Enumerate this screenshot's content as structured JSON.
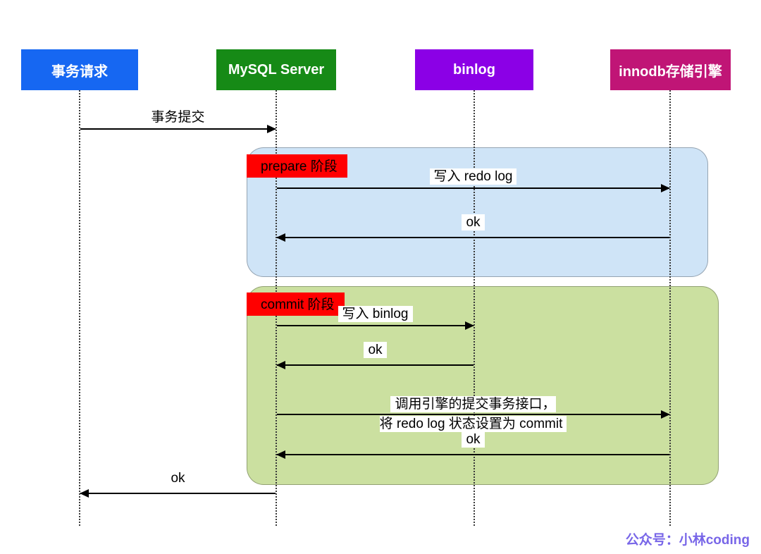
{
  "diagram": {
    "type": "sequence",
    "actors": [
      {
        "label": "事务请求",
        "color": "#1667f2"
      },
      {
        "label": "MySQL Server",
        "color": "#168a16"
      },
      {
        "label": "binlog",
        "color": "#8b00e6"
      },
      {
        "label": "innodb存储引擎",
        "color": "#c01576"
      }
    ],
    "phases": [
      {
        "label": "prepare 阶段",
        "fill": "#cfe4f7",
        "label_bg": "#ff0000"
      },
      {
        "label": "commit 阶段",
        "fill": "#cbe0a0",
        "label_bg": "#ff0000"
      }
    ],
    "messages": [
      {
        "label": "事务提交",
        "from": "事务请求",
        "to": "MySQL Server"
      },
      {
        "label": "写入 redo log",
        "from": "MySQL Server",
        "to": "innodb存储引擎"
      },
      {
        "label": "ok",
        "from": "innodb存储引擎",
        "to": "MySQL Server"
      },
      {
        "label": "写入 binlog",
        "from": "MySQL Server",
        "to": "binlog"
      },
      {
        "label": "ok",
        "from": "binlog",
        "to": "MySQL Server"
      },
      {
        "label_line1": "调用引擎的提交事务接口，",
        "label_line2": "将 redo log 状态设置为 commit",
        "from": "MySQL Server",
        "to": "innodb存储引擎"
      },
      {
        "label": "ok",
        "from": "innodb存储引擎",
        "to": "MySQL Server"
      },
      {
        "label": "ok",
        "from": "MySQL Server",
        "to": "事务请求"
      }
    ],
    "watermark": "公众号：小林coding"
  }
}
